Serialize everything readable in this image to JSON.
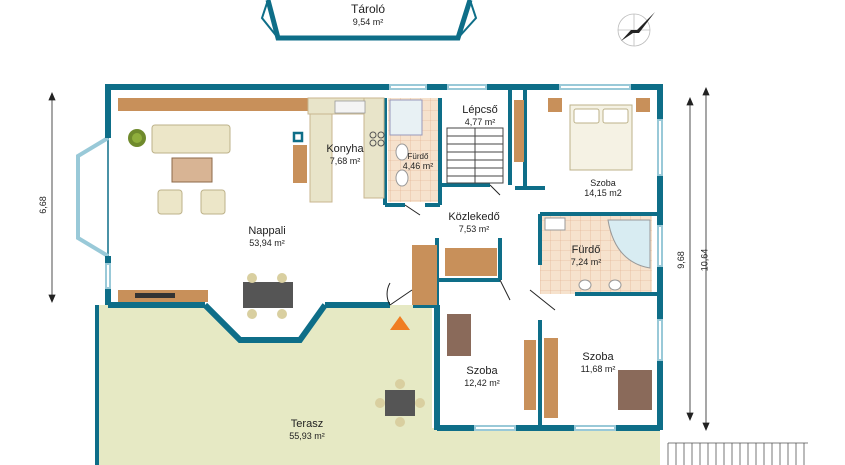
{
  "rooms": [
    {
      "id": "tarolo",
      "name": "Tároló",
      "area": "9,54 m²"
    },
    {
      "id": "konyha",
      "name": "Konyha",
      "area": "7,68 m²"
    },
    {
      "id": "furdo1",
      "name": "Fürdő",
      "area": "4,46 m²"
    },
    {
      "id": "lepcso",
      "name": "Lépcső",
      "area": "4,77 m²"
    },
    {
      "id": "szoba1",
      "name": "Szoba",
      "area": "14,15 m2"
    },
    {
      "id": "kozlekedo",
      "name": "Közlekedő",
      "area": "7,53 m²"
    },
    {
      "id": "nappali",
      "name": "Nappali",
      "area": "53,94 m²"
    },
    {
      "id": "furdo2",
      "name": "Fürdő",
      "area": "7,24 m²"
    },
    {
      "id": "szoba2",
      "name": "Szoba",
      "area": "12,42 m²"
    },
    {
      "id": "szoba3",
      "name": "Szoba",
      "area": "11,68 m²"
    },
    {
      "id": "terasz",
      "name": "Terasz",
      "area": "55,93 m²"
    }
  ],
  "dimensions": {
    "left": "6,68",
    "right_inner": "9,68",
    "right_outer": "10,64"
  },
  "colors": {
    "wall": "#0e6e88",
    "floor": "#ffffff",
    "terrace": "#e6e9c4",
    "tile": "#f3dcc4",
    "furniture_wood": "#c8905a",
    "entrance_arrow": "#f07e22"
  }
}
